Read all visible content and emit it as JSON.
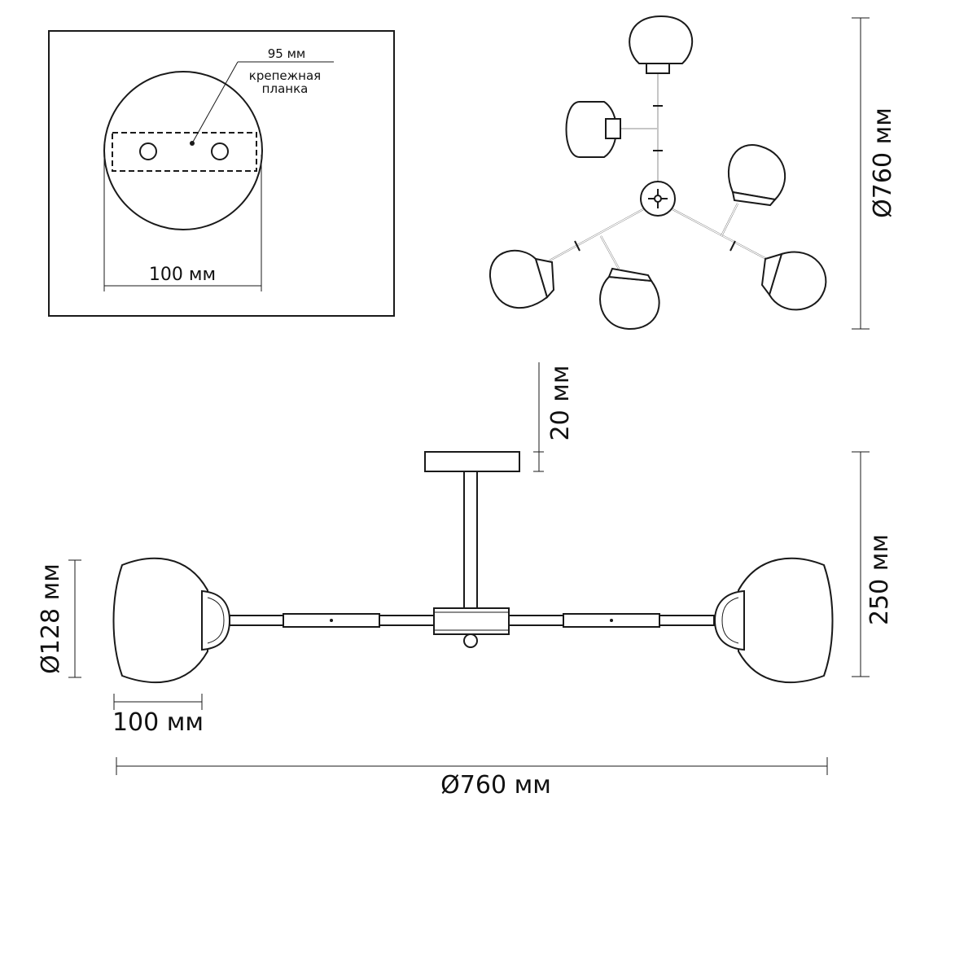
{
  "mount_panel": {
    "slot_label": "95 мм",
    "bracket_label_line1": "крепежная",
    "bracket_label_line2": "планка",
    "plate_width_label": "100 мм"
  },
  "top_view": {
    "diameter_label": "Ø760 мм"
  },
  "side_view": {
    "canopy_height_label": "20 мм",
    "total_height_label": "250 мм",
    "shade_diameter_label": "Ø128 мм",
    "shade_depth_label": "100 мм",
    "span_label": "Ø760 мм"
  }
}
